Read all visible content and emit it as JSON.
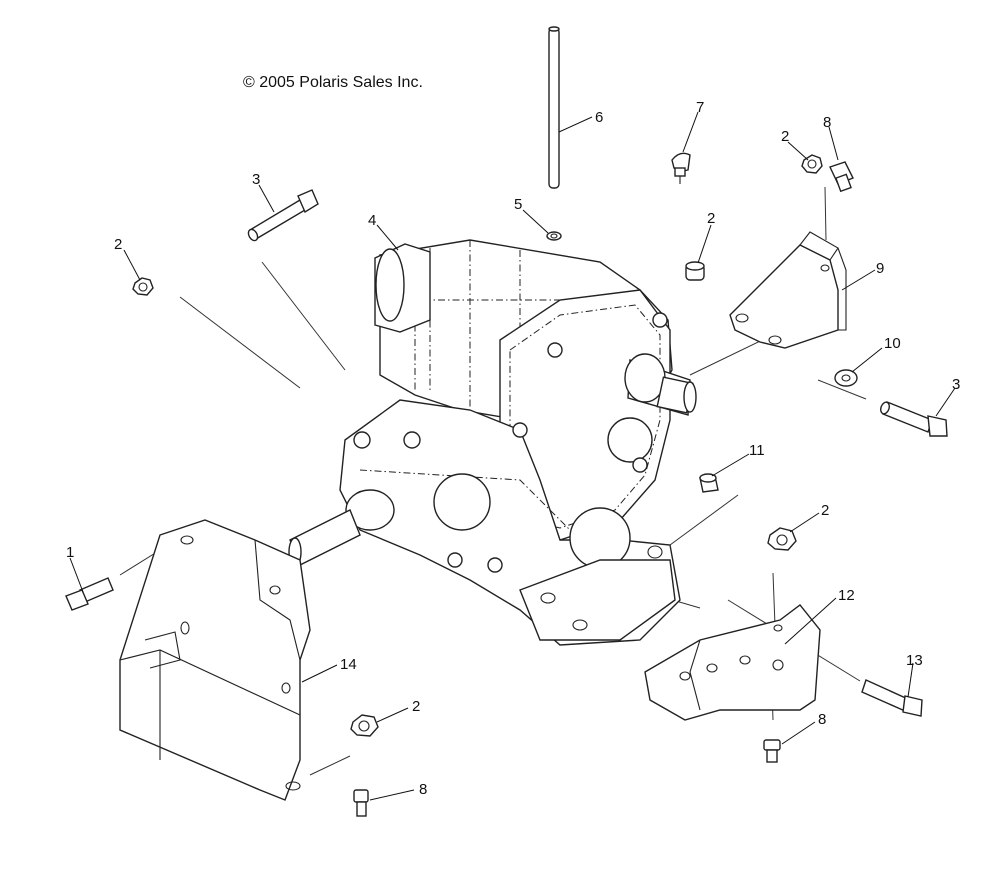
{
  "copyright": "© 2005 Polaris Sales Inc.",
  "callouts": {
    "c1": "1",
    "c2a": "2",
    "c2b": "2",
    "c2c": "2",
    "c2d": "2",
    "c2e": "2",
    "c3a": "3",
    "c3b": "3",
    "c4": "4",
    "c5": "5",
    "c6": "6",
    "c7": "7",
    "c8a": "8",
    "c8b": "8",
    "c8c": "8",
    "c9": "9",
    "c10": "10",
    "c11": "11",
    "c12": "12",
    "c13": "13",
    "c14": "14"
  }
}
